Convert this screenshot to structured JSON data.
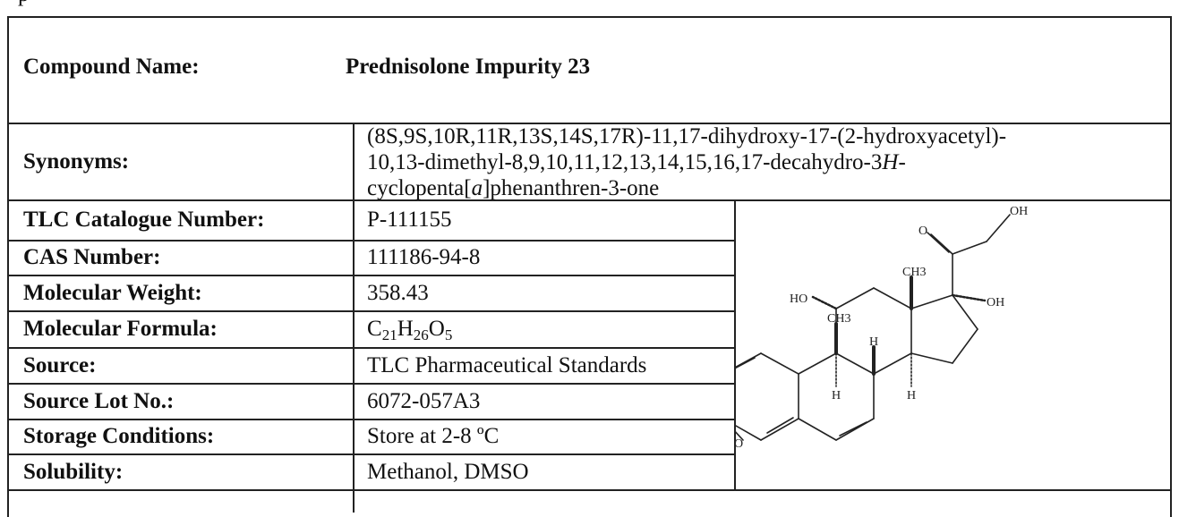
{
  "header": {
    "compound_name_label": "Compound Name:",
    "compound_name": "Prednisolone Impurity 23"
  },
  "synonyms": {
    "label": "Synonyms:",
    "line1": "(8S,9S,10R,11R,13S,14S,17R)-11,17-dihydroxy-17-(2-hydroxyacetyl)-",
    "line2_a": "10,13-dimethyl-8,9,10,11,12,13,14,15,16,17-decahydro-3",
    "line2_b": "H",
    "line2_c": "-",
    "line3_a": "cyclopenta[",
    "line3_b": "a",
    "line3_c": "]phenanthren-3-one"
  },
  "rows": [
    {
      "label": "TLC Catalogue Number:",
      "value": "P-111155"
    },
    {
      "label": "CAS Number:",
      "value": "111186-94-8"
    },
    {
      "label": "Molecular Weight:",
      "value": "358.43"
    },
    {
      "label": "Molecular Formula:",
      "value": "C21H26O5"
    },
    {
      "label": "Source:",
      "value": "TLC Pharmaceutical Standards"
    },
    {
      "label": "Source Lot No.:",
      "value": "6072-057A3"
    },
    {
      "label": "Storage Conditions:",
      "value": "Store at 2-8 ºC"
    },
    {
      "label": "Solubility:",
      "value": "Methanol, DMSO"
    }
  ],
  "formula": {
    "c": "C",
    "c_n": "21",
    "h": "H",
    "h_n": "26",
    "o": "O",
    "o_n": "5"
  },
  "structure_labels": {
    "oh_top": "OH",
    "o_ketone": "O",
    "ch3_13": "CH3",
    "ho_11": "HO",
    "oh_17": "OH",
    "ch3_10": "CH3",
    "h_8": "H",
    "h_9": "H",
    "h_14": "H",
    "o_3": "O"
  }
}
